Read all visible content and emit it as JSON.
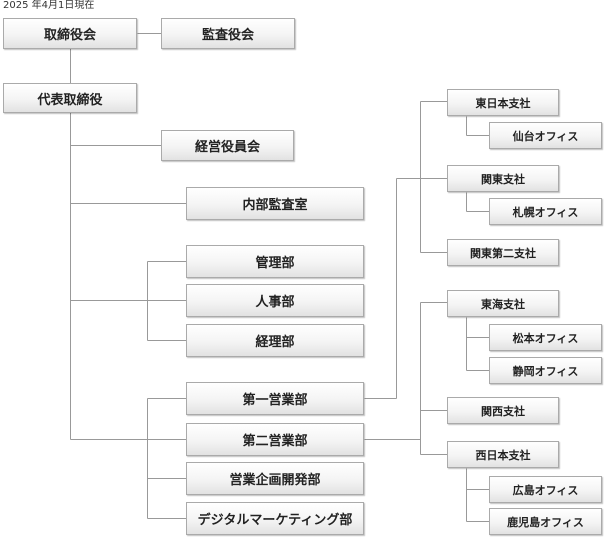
{
  "date_label": "2025 年4月1日現在",
  "line_color": "#999999",
  "units": {
    "board_of_directors": "取締役会",
    "audit_board": "監査役会",
    "representative_director": "代表取締役",
    "management_committee": "経営役員会",
    "internal_audit": "内部監査室",
    "administration": "管理部",
    "human_resources": "人事部",
    "accounting": "経理部",
    "sales1": "第一営業部",
    "sales2": "第二営業部",
    "planning_development": "営業企画開発部",
    "digital_marketing": "デジタルマーケティング部",
    "east_japan_branch": "東日本支社",
    "sendai_office": "仙台オフィス",
    "kanto_branch": "関東支社",
    "sapporo_office": "札幌オフィス",
    "kanto_second_branch": "関東第二支社",
    "tokai_branch": "東海支社",
    "matsumoto_office": "松本オフィス",
    "shizuoka_office": "静岡オフィス",
    "kansai_branch": "関西支社",
    "west_japan_branch": "西日本支社",
    "hiroshima_office": "広島オフィス",
    "kagoshima_office": "鹿児島オフィス"
  }
}
